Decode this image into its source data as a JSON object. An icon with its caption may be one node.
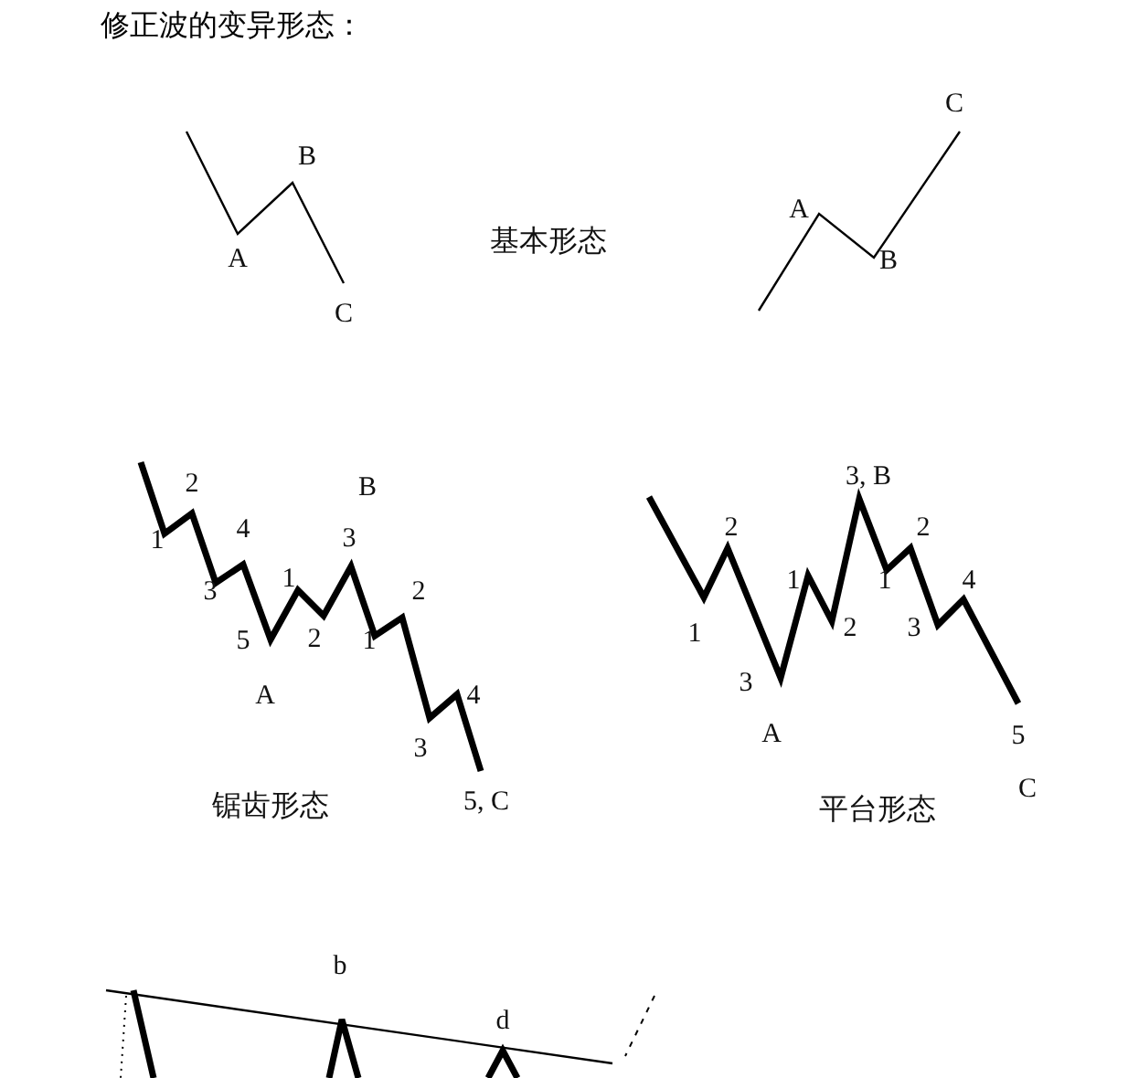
{
  "diagram": {
    "title": "修正波的变异形态：",
    "labels": [
      "B",
      "A",
      "C",
      "基本形态",
      "C",
      "A",
      "B",
      "2",
      "B",
      "1",
      "4",
      "3",
      "3",
      "1",
      "5",
      "2",
      "2",
      "1",
      "A",
      "4",
      "3",
      "锯齿形态",
      "5, C",
      "3, B",
      "2",
      "2",
      "1",
      "1",
      "4",
      "1",
      "2",
      "3",
      "3",
      "A",
      "5",
      "C",
      "平台形态",
      "b",
      "d"
    ]
  }
}
